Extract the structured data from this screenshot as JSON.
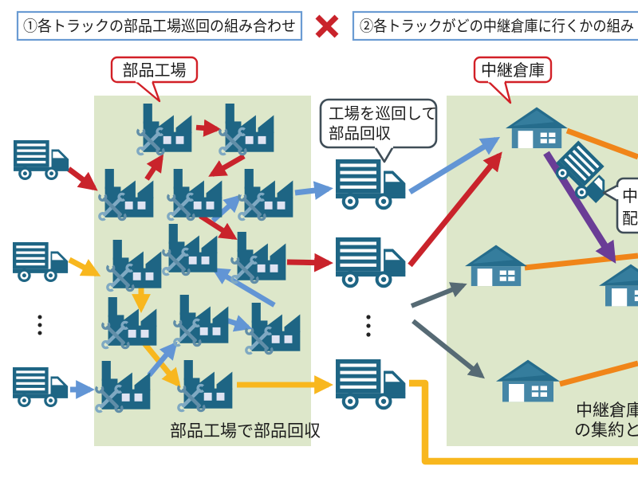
{
  "header": {
    "option1_label": "①各トラックの部品工場巡回の組み合わせ",
    "multiply_icon": "×",
    "option2_label": "②各トラックがどの中継倉庫に行くかの組み"
  },
  "callouts": {
    "parts_factory": "部品工場",
    "relay_warehouse": "中継倉庫",
    "collect_line1": "工場を巡回して",
    "collect_line2": "部品回収",
    "delivery_line1": "中",
    "delivery_line2": "配"
  },
  "captions": {
    "factory_panel": "部品工場で部品回収",
    "warehouse_panel_line1": "中継倉庫",
    "warehouse_panel_line2": "の集約と再"
  },
  "diagram": {
    "factory_count": 13,
    "warehouse_count": 4,
    "left_truck_count": 3,
    "middle_truck_count": 3,
    "routes": [
      {
        "name": "red-route",
        "color": "#c9232b"
      },
      {
        "name": "yellow-route",
        "color": "#f8b71e"
      },
      {
        "name": "blue-route",
        "color": "#6295d5"
      },
      {
        "name": "gray-route",
        "color": "#566a74"
      }
    ],
    "warehouse_links": [
      {
        "name": "orange-link",
        "color": "#f08519"
      },
      {
        "name": "purple-link",
        "color": "#6a3d96"
      }
    ]
  },
  "colors": {
    "panel_green": "#dde7ca",
    "icon_teal": "#1e6584",
    "wrench_light": "#7fa9c2",
    "wrench_dark": "#618ea8",
    "window_lavender": "#dfe3f2",
    "house_body": "#4586a6",
    "house_roof": "#256c8c",
    "route_red": "#c9232b",
    "route_blue": "#6295d5",
    "route_yellow": "#f8b71e",
    "route_gray": "#566a74",
    "link_orange": "#f08519",
    "link_purple": "#6a3d96",
    "box_border_blue": "#6a9bd3",
    "callout_border_red": "#d22027",
    "callout_border_gray": "#3f4d57"
  }
}
